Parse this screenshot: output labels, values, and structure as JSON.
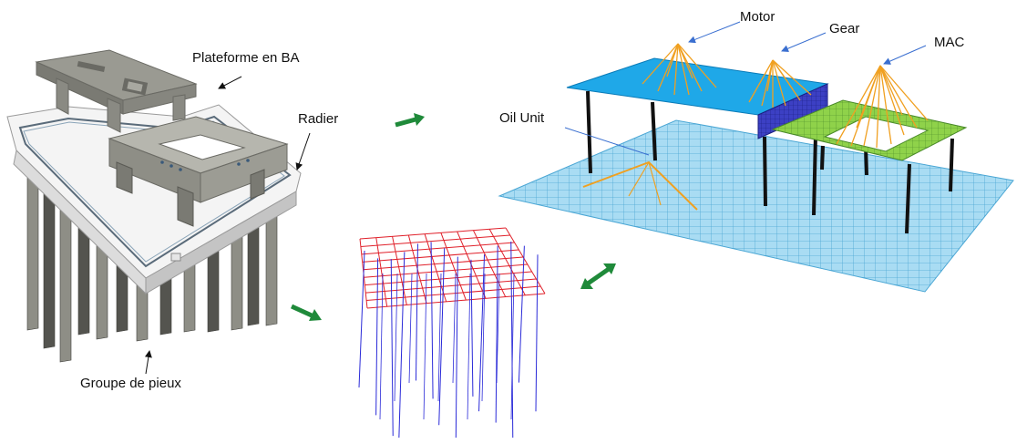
{
  "labels": {
    "plateforme": "Plateforme en BA",
    "radier": "Radier",
    "groupe": "Groupe de pieux",
    "motor": "Motor",
    "gear": "Gear",
    "mac": "MAC",
    "oil_unit": "Oil Unit"
  },
  "colors": {
    "concrete": "#8e8e86",
    "concrete_light": "#c9c9c3",
    "slab_white": "#f7f7f7",
    "pile_dark": "#54544f",
    "arrow_green": "#1f8a3a",
    "mesh_cyan": "#5ab7e0",
    "platform_blue": "#1fa8e8",
    "gear_block": "#3a3fb8",
    "green_frame": "#7ec83d",
    "spring_orange": "#f0a020",
    "pile_red": "#e0202a",
    "pile_blue": "#2a2ad8",
    "callout_blue": "#3a6fd0"
  },
  "icons": [
    "green-arrow-icon",
    "double-green-arrow-icon",
    "callout-arrow-icon"
  ]
}
